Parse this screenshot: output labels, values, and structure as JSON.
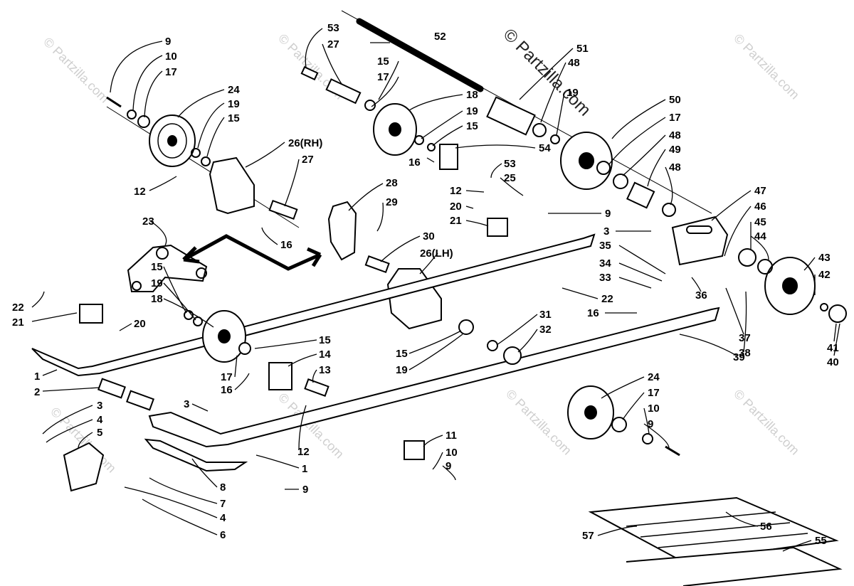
{
  "copyright": "© Partzilla.com",
  "watermark": "© Partzilla.com",
  "callouts": [
    {
      "id": "c9a",
      "text": "9"
    },
    {
      "id": "c10a",
      "text": "10"
    },
    {
      "id": "c17a",
      "text": "17"
    },
    {
      "id": "c24a",
      "text": "24"
    },
    {
      "id": "c19a",
      "text": "19"
    },
    {
      "id": "c15a",
      "text": "15"
    },
    {
      "id": "c26rh",
      "text": "26(RH)"
    },
    {
      "id": "c27a",
      "text": "27"
    },
    {
      "id": "c12a",
      "text": "12"
    },
    {
      "id": "c23",
      "text": "23"
    },
    {
      "id": "c16a",
      "text": "16"
    },
    {
      "id": "c28",
      "text": "28"
    },
    {
      "id": "c29",
      "text": "29"
    },
    {
      "id": "c30",
      "text": "30"
    },
    {
      "id": "c26lh",
      "text": "26(LH)"
    },
    {
      "id": "c53a",
      "text": "53"
    },
    {
      "id": "c27b",
      "text": "27"
    },
    {
      "id": "c15b",
      "text": "15"
    },
    {
      "id": "c17b",
      "text": "17"
    },
    {
      "id": "c52",
      "text": "52"
    },
    {
      "id": "c18a",
      "text": "18"
    },
    {
      "id": "c19b",
      "text": "19"
    },
    {
      "id": "c15c",
      "text": "15"
    },
    {
      "id": "c54",
      "text": "54"
    },
    {
      "id": "c16b",
      "text": "16"
    },
    {
      "id": "c53b",
      "text": "53"
    },
    {
      "id": "c25",
      "text": "25"
    },
    {
      "id": "c12b",
      "text": "12"
    },
    {
      "id": "c20a",
      "text": "20"
    },
    {
      "id": "c21a",
      "text": "21"
    },
    {
      "id": "c9b",
      "text": "9"
    },
    {
      "id": "c22a",
      "text": "22"
    },
    {
      "id": "c51",
      "text": "51"
    },
    {
      "id": "c48a",
      "text": "48"
    },
    {
      "id": "c19c",
      "text": "19"
    },
    {
      "id": "c50",
      "text": "50"
    },
    {
      "id": "c17c",
      "text": "17"
    },
    {
      "id": "c48b",
      "text": "48"
    },
    {
      "id": "c49",
      "text": "49"
    },
    {
      "id": "c48c",
      "text": "48"
    },
    {
      "id": "c47",
      "text": "47"
    },
    {
      "id": "c46",
      "text": "46"
    },
    {
      "id": "c45",
      "text": "45"
    },
    {
      "id": "c44",
      "text": "44"
    },
    {
      "id": "c3a",
      "text": "3"
    },
    {
      "id": "c35",
      "text": "35"
    },
    {
      "id": "c34",
      "text": "34"
    },
    {
      "id": "c33",
      "text": "33"
    },
    {
      "id": "c36",
      "text": "36"
    },
    {
      "id": "c43",
      "text": "43"
    },
    {
      "id": "c42",
      "text": "42"
    },
    {
      "id": "c16c",
      "text": "16"
    },
    {
      "id": "c37",
      "text": "37"
    },
    {
      "id": "c38",
      "text": "38"
    },
    {
      "id": "c39",
      "text": "39"
    },
    {
      "id": "c41",
      "text": "41"
    },
    {
      "id": "c40",
      "text": "40"
    },
    {
      "id": "c22b",
      "text": "22"
    },
    {
      "id": "c21b",
      "text": "21"
    },
    {
      "id": "c20b",
      "text": "20"
    },
    {
      "id": "c15d",
      "text": "15"
    },
    {
      "id": "c19d",
      "text": "19"
    },
    {
      "id": "c18b",
      "text": "18"
    },
    {
      "id": "c15e",
      "text": "15"
    },
    {
      "id": "c14",
      "text": "14"
    },
    {
      "id": "c13",
      "text": "13"
    },
    {
      "id": "c17d",
      "text": "17"
    },
    {
      "id": "c16d",
      "text": "16"
    },
    {
      "id": "c1a",
      "text": "1"
    },
    {
      "id": "c2",
      "text": "2"
    },
    {
      "id": "c31",
      "text": "31"
    },
    {
      "id": "c32",
      "text": "32"
    },
    {
      "id": "c15f",
      "text": "15"
    },
    {
      "id": "c19e",
      "text": "19"
    },
    {
      "id": "c24b",
      "text": "24"
    },
    {
      "id": "c17e",
      "text": "17"
    },
    {
      "id": "c10b",
      "text": "10"
    },
    {
      "id": "c9c",
      "text": "9"
    },
    {
      "id": "c3b",
      "text": "3"
    },
    {
      "id": "c4a",
      "text": "4"
    },
    {
      "id": "c5",
      "text": "5"
    },
    {
      "id": "c3c",
      "text": "3"
    },
    {
      "id": "c12c",
      "text": "12"
    },
    {
      "id": "c1b",
      "text": "1"
    },
    {
      "id": "c11",
      "text": "11"
    },
    {
      "id": "c10c",
      "text": "10"
    },
    {
      "id": "c9d",
      "text": "9"
    },
    {
      "id": "c8",
      "text": "8"
    },
    {
      "id": "c9e",
      "text": "9"
    },
    {
      "id": "c7",
      "text": "7"
    },
    {
      "id": "c4b",
      "text": "4"
    },
    {
      "id": "c6",
      "text": "6"
    },
    {
      "id": "c56",
      "text": "56"
    },
    {
      "id": "c57",
      "text": "57"
    },
    {
      "id": "c55",
      "text": "55"
    }
  ]
}
